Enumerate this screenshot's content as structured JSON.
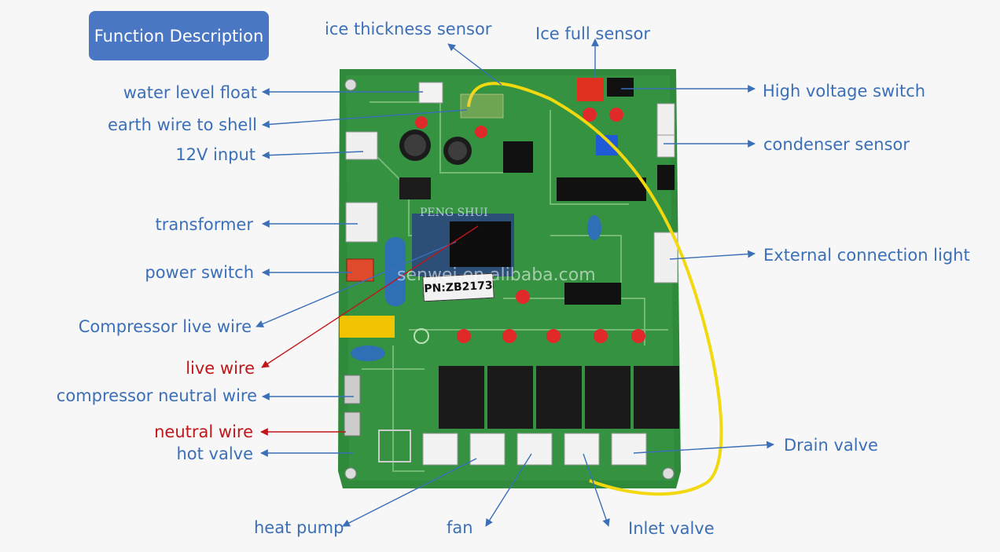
{
  "title": "Function Description",
  "board": {
    "part_number": "PN:ZB2173",
    "watermark": "senwei.en.alibaba.com",
    "brand": "PENG SHUI"
  },
  "labels": {
    "ice_thickness_sensor": "ice thickness sensor",
    "ice_full_sensor": "Ice full sensor",
    "water_level_float": "water level float",
    "earth_wire_to_shell": "earth wire to shell",
    "input_12v": "12V input",
    "transformer": "transformer",
    "power_switch": "power switch",
    "compressor_live_wire": "Compressor live wire",
    "live_wire": "live wire",
    "compressor_neutral_wire": "compressor neutral wire",
    "neutral_wire": "neutral wire",
    "hot_valve": "hot valve",
    "heat_pump": "heat pump",
    "fan": "fan",
    "inlet_valve": "Inlet valve",
    "drain_valve": "Drain valve",
    "high_voltage_switch": "High voltage switch",
    "condenser_sensor": "condenser sensor",
    "external_connection_light": "External connection light"
  },
  "colors": {
    "label_blue": "#3b6fb8",
    "label_red": "#c0161a",
    "title_bg": "#4a77c4",
    "pcb_green": "#2f8a3c",
    "relay_black": "#1a1a1a",
    "wire_yellow": "#f2d80f"
  }
}
